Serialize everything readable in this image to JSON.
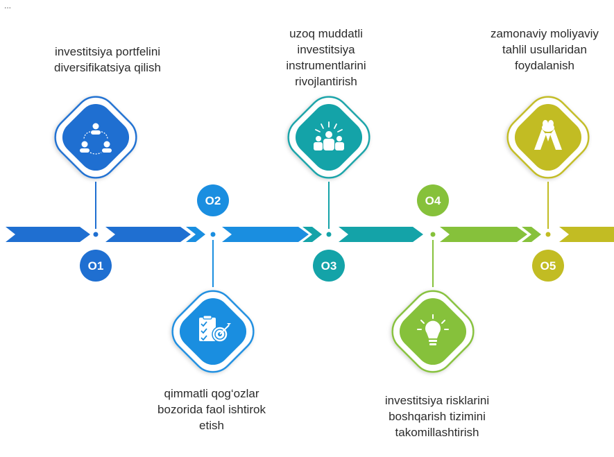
{
  "colors": {
    "blue": "#1f6fd1",
    "light_blue": "#1a8ee0",
    "teal": "#14a3a8",
    "green": "#86c13b",
    "yellow": "#c2bc23"
  },
  "header_fragment": "...",
  "steps": [
    {
      "number": "O1",
      "icon": "team-network-icon",
      "label_lines": [
        "investitsiya portfelini",
        "diversifikatsiya qilish"
      ]
    },
    {
      "number": "O2",
      "icon": "checklist-target-icon",
      "label_lines": [
        "qimmatli qog‘ozlar",
        "bozorida faol ishtirok",
        "etish"
      ]
    },
    {
      "number": "O3",
      "icon": "audience-presentation-icon",
      "label_lines": [
        "uzoq muddatli",
        "investitsiya",
        "instrumentlarini",
        "rivojlantirish"
      ]
    },
    {
      "number": "O4",
      "icon": "lightbulb-icon",
      "label_lines": [
        "investitsiya risklarini",
        "boshqarish tizimini",
        "takomillashtirish"
      ]
    },
    {
      "number": "O5",
      "icon": "hands-together-icon",
      "label_lines": [
        "zamonaviy moliyaviy",
        "tahlil usullaridan",
        "foydalanish"
      ]
    }
  ]
}
